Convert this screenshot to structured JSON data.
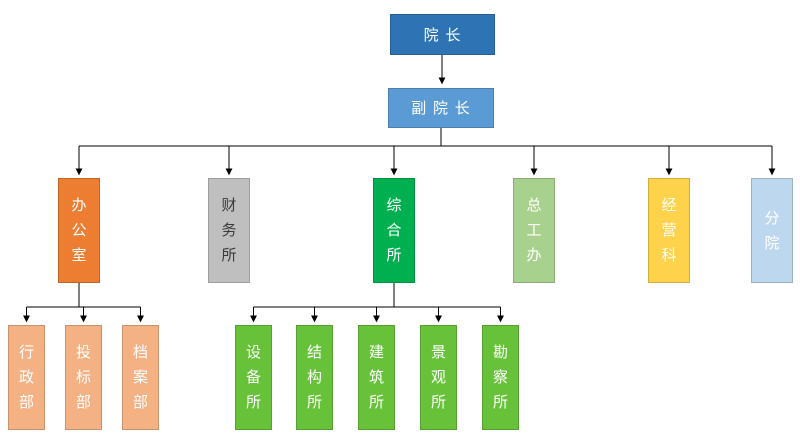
{
  "diagram": {
    "type": "org-chart",
    "nodes": {
      "president": {
        "label": "院 长",
        "color": "#2E74B5",
        "text_color": "#FFFFFF"
      },
      "vice_president": {
        "label": "副 院 长",
        "color": "#5B9BD5",
        "text_color": "#FFFFFF"
      },
      "level2": [
        {
          "label": "办\n公\n室",
          "color": "#ED7D31",
          "text_color": "#FFFFFF"
        },
        {
          "label": "财\n务\n所",
          "color": "#BFBFBF",
          "text_color": "#3A3A3A"
        },
        {
          "label": "综\n合\n所",
          "color": "#00B050",
          "text_color": "#FFFFFF"
        },
        {
          "label": "总\n工\n办",
          "color": "#A9D18E",
          "text_color": "#FFFFFF"
        },
        {
          "label": "经\n营\n科",
          "color": "#FFD24C",
          "text_color": "#FFFFFF"
        },
        {
          "label": "分\n院",
          "color": "#BDD7EE",
          "text_color": "#FFFFFF"
        }
      ],
      "office_children": [
        {
          "label": "行\n政\n部",
          "color": "#F4B183",
          "text_color": "#FFFFFF"
        },
        {
          "label": "投\n标\n部",
          "color": "#F4B183",
          "text_color": "#FFFFFF"
        },
        {
          "label": "档\n案\n部",
          "color": "#F4B183",
          "text_color": "#FFFFFF"
        }
      ],
      "comprehensive_children": [
        {
          "label": "设\n备\n所",
          "color": "#67C23A",
          "text_color": "#FFFFFF"
        },
        {
          "label": "结\n构\n所",
          "color": "#67C23A",
          "text_color": "#FFFFFF"
        },
        {
          "label": "建\n筑\n所",
          "color": "#67C23A",
          "text_color": "#FFFFFF"
        },
        {
          "label": "景\n观\n所",
          "color": "#67C23A",
          "text_color": "#FFFFFF"
        },
        {
          "label": "勘\n察\n所",
          "color": "#67C23A",
          "text_color": "#FFFFFF"
        }
      ]
    },
    "connector_color": "#000000"
  }
}
